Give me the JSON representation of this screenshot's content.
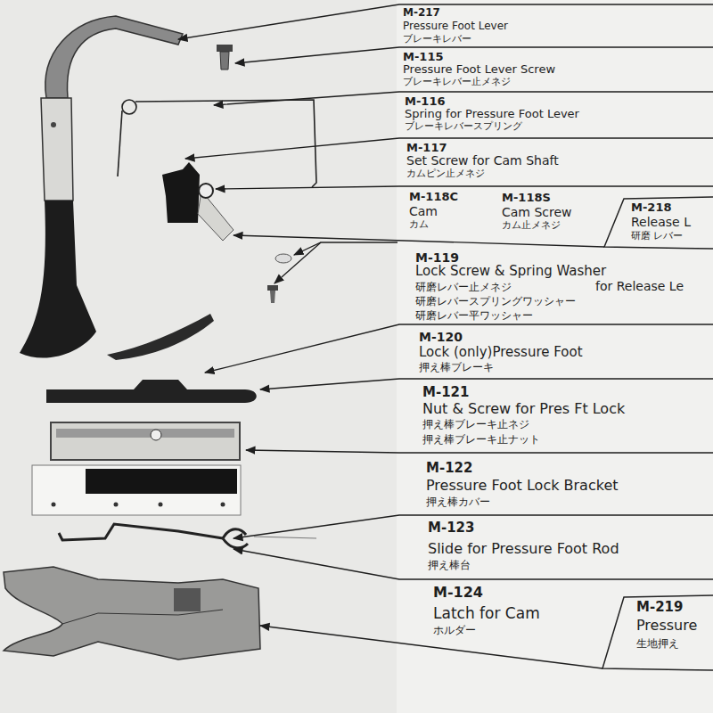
{
  "diagram": {
    "labels": [
      "M-217",
      "Pressure Foot Lever",
      "ブレーキレバー",
      "M-115",
      "Pressure Foot Lever Screw",
      "ブレーキレバー止メネジ",
      "M-116",
      "Spring for Pressure Foot Lever",
      "ブレーキレバースプリング",
      "M-117",
      "Set Screw for Cam Shaft",
      "カムピン止メネジ",
      "M-118C",
      "Cam",
      "カム",
      "M-118S",
      "Cam Screw",
      "カム止メネジ",
      "M-218",
      "Release L",
      "研磨 レバー",
      "M-119",
      "Lock Screw & Spring Washer",
      "研磨レバー止メネジ",
      "for Release Le",
      "研磨レバースプリングワッシャー",
      "研磨レバー平ワッシャー",
      "M-120",
      "Lock (only)Pressure Foot",
      "押え棒ブレーキ",
      "M-121",
      "Nut & Screw for Pres Ft Lock",
      "押え棒ブレーキ止ネジ",
      "押え棒ブレーキ止ナット",
      "M-122",
      "Pressure Foot Lock Bracket",
      "押え棒カバー",
      "M-123",
      "Slide for Pressure Foot Rod",
      "押え棒台",
      "M-124",
      "Latch for Cam",
      "ホルダー",
      "M-219",
      "Pressure",
      "生地押え"
    ]
  }
}
